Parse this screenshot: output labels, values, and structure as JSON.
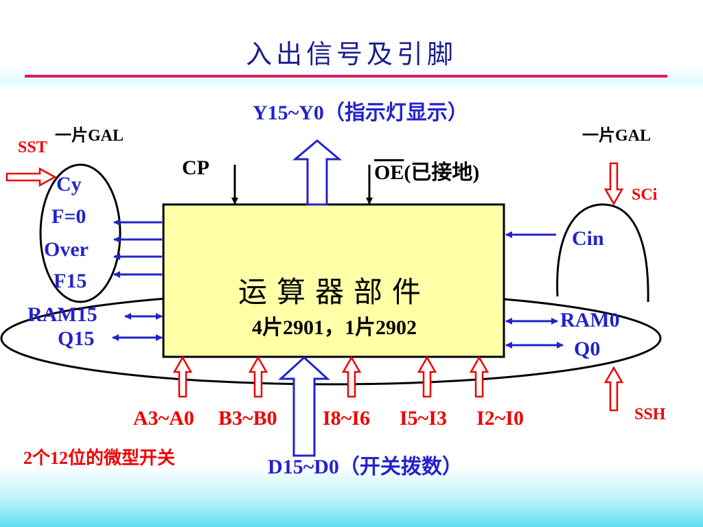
{
  "slide": {
    "title": "入出信号及引脚"
  },
  "diagram": {
    "center_block": {
      "title": "运算器部件",
      "subtitle": "4片2901，1片2902"
    },
    "top": {
      "output_label": "Y15~Y0（指示灯显示）",
      "cp_label": "CP",
      "oe_label": "OE",
      "oe_note": "(已接地)"
    },
    "left_gal": {
      "label": "一片GAL",
      "input_label": "SST",
      "signals": [
        "Cy",
        "F=0",
        "Over",
        "F15"
      ]
    },
    "right_gal": {
      "label": "一片GAL",
      "input_label": "SCi",
      "signal": "Cin"
    },
    "shift_left": [
      "RAM15",
      "Q15"
    ],
    "shift_right": [
      "RAM0",
      "Q0"
    ],
    "shift_input_label": "SSH",
    "bottom_inputs": [
      "A3~A0",
      "B3~B0",
      "I8~I6",
      "I5~I3",
      "I2~I0"
    ],
    "bottom_note": "2个12位的微型开关",
    "data_input_label": "D15~D0（开关拨数）"
  }
}
